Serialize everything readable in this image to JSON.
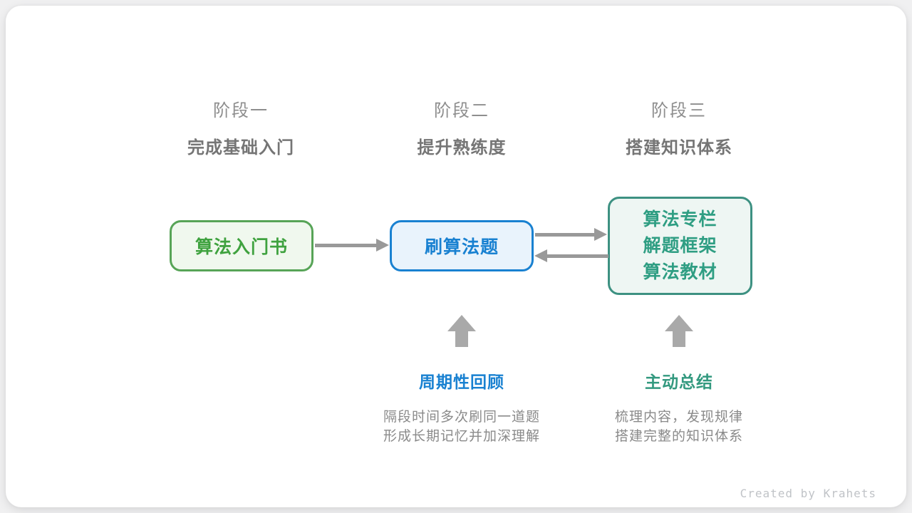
{
  "stages": [
    {
      "label": "阶段一",
      "subtitle": "完成基础入门"
    },
    {
      "label": "阶段二",
      "subtitle": "提升熟练度"
    },
    {
      "label": "阶段三",
      "subtitle": "搭建知识体系"
    }
  ],
  "nodes": [
    {
      "text": "算法入门书"
    },
    {
      "text": "刷算法题"
    },
    {
      "lines": [
        "算法专栏",
        "解题框架",
        "算法教材"
      ]
    }
  ],
  "callouts": [
    {
      "title": "周期性回顾",
      "desc": [
        "隔段时间多次刷同一道题",
        "形成长期记忆并加深理解"
      ]
    },
    {
      "title": "主动总结",
      "desc": [
        "梳理内容，发现规律",
        "搭建完整的知识体系"
      ]
    }
  ],
  "credit": "Created by Krahets",
  "colors": {
    "green_border": "#57a457",
    "green_fill": "#f0f8ee",
    "green_text": "#3fa23f",
    "blue_border": "#1981d1",
    "blue_fill": "#e9f3fc",
    "blue_text": "#1981d1",
    "teal_border": "#3d9182",
    "teal_fill": "#eef6f3",
    "teal_text": "#2f9e83",
    "connector_arrow": "#999999",
    "block_arrow": "#a9a9a9",
    "stage_label": "#8e8e8e",
    "stage_subtitle": "#757575",
    "desc_text": "#8a8a8a",
    "credit_text": "#c0c3c7",
    "card_bg": "#ffffff",
    "page_bg": "#f0f0f1"
  }
}
